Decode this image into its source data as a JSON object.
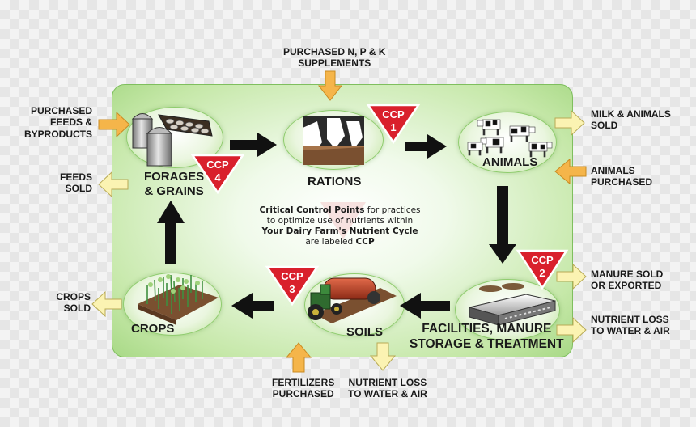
{
  "external_labels": {
    "purchased_npk": [
      "PURCHASED N, P & K",
      "SUPPLEMENTS"
    ],
    "purchased_feeds": [
      "PURCHASED",
      "FEEDS &",
      "BYPRODUCTS"
    ],
    "feeds_sold": [
      "FEEDS",
      "SOLD"
    ],
    "crops_sold": [
      "CROPS",
      "SOLD"
    ],
    "milk_animals_sold": [
      "MILK & ANIMALS",
      "SOLD"
    ],
    "animals_purchased": [
      "ANIMALS",
      "PURCHASED"
    ],
    "manure_sold": [
      "MANURE SOLD",
      "OR EXPORTED"
    ],
    "nutrient_loss_right": [
      "NUTRIENT LOSS",
      "TO WATER & AIR"
    ],
    "fertilizers": [
      "FERTILIZERS",
      "PURCHASED"
    ],
    "nutrient_loss_bottom": [
      "NUTRIENT LOSS",
      "TO WATER & AIR"
    ]
  },
  "nodes": {
    "forages": [
      "FORAGES",
      "& GRAINS"
    ],
    "rations": "RATIONS",
    "animals": "ANIMALS",
    "facilities": [
      "FACILITIES, MANURE",
      "STORAGE & TREATMENT"
    ],
    "soils": "SOILS",
    "crops": "CROPS"
  },
  "ccp_badges": [
    {
      "label": "CCP",
      "number": "1"
    },
    {
      "label": "CCP",
      "number": "2"
    },
    {
      "label": "CCP",
      "number": "3"
    },
    {
      "label": "CCP",
      "number": "4"
    }
  ],
  "note": {
    "bold_1": "Critical Control Points",
    "text_1": " for practices",
    "line_2": "to optimize use of nutrients within",
    "bold_3": "Your Dairy Farm's Nutrient Cycle",
    "text_4": "are labeled ",
    "bold_4": "CCP"
  },
  "colors": {
    "panel_green": "#a8d986",
    "flow_arrow": "#111111",
    "input_arrow": "#f5b54a",
    "output_arrow": "#fbf3b2",
    "ccp_red": "#d9202c"
  }
}
